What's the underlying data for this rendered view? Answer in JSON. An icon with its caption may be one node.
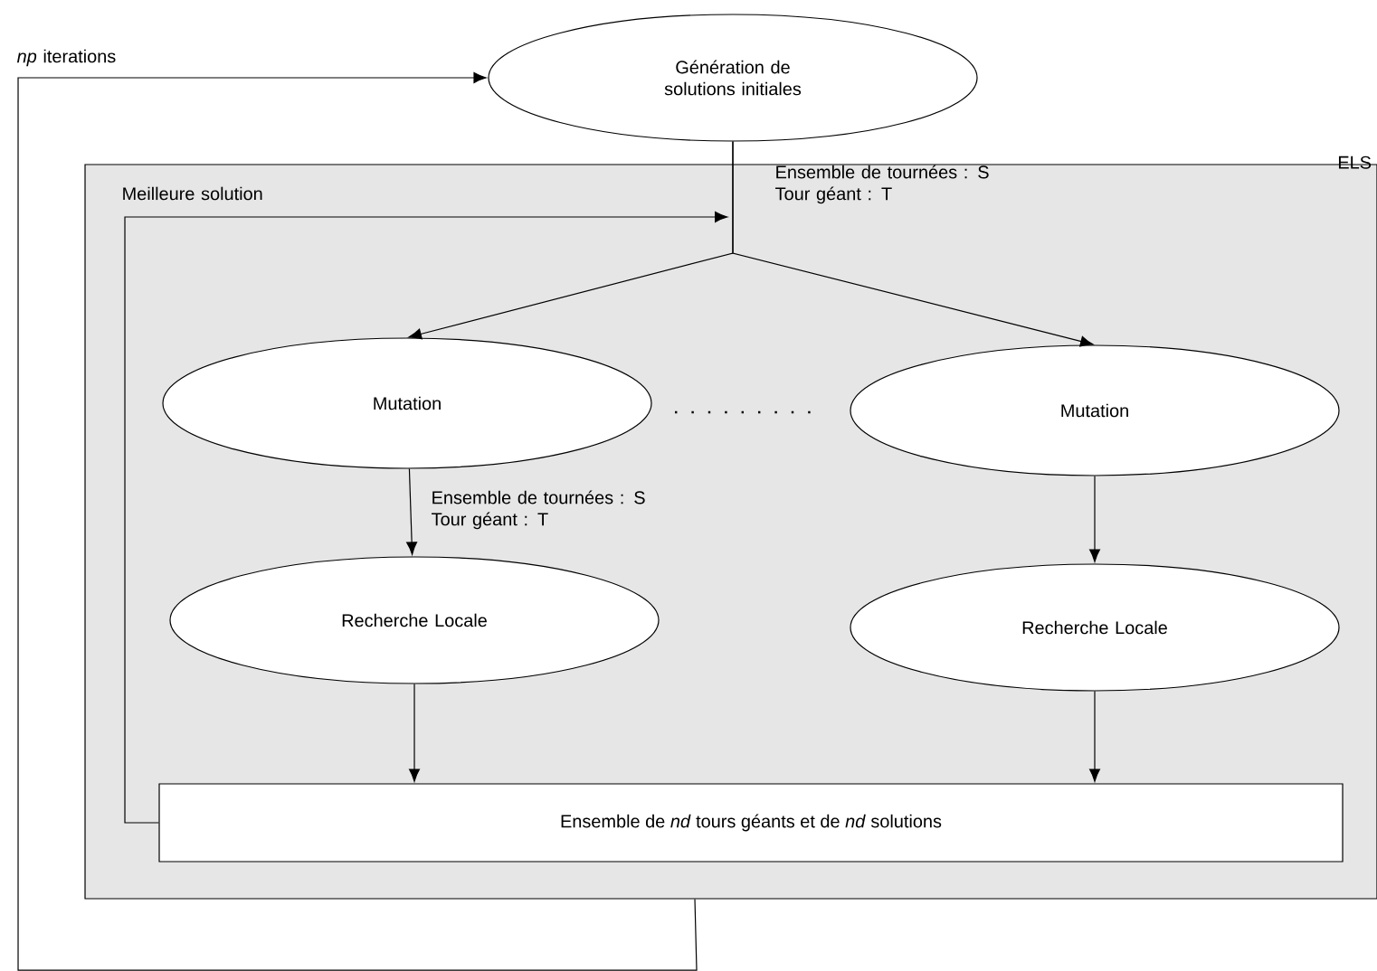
{
  "diagram": {
    "nodes": [
      {
        "text": [
          "ELS"
        ]
      },
      {
        "text": [
          "Génération de solutions initiales"
        ]
      },
      {
        "text": [
          "Mutation"
        ],
        "in": 0
      },
      {
        "text": [
          "Mutation"
        ],
        "in": 0
      },
      {
        "text": [
          "Recherche Locale"
        ],
        "in": 0
      },
      {
        "text": [
          "Recherche Locale"
        ],
        "in": 0
      },
      {
        "text": [
          "Ensemble de *nd* tours géants et de *nd* solutions"
        ],
        "in": 0
      }
    ],
    "edges": [
      {
        "from": 1,
        "to": 2,
        "arrow": "to"
      },
      {
        "from": 1,
        "to": 3,
        "arrow": "to"
      },
      {
        "from": 2,
        "to": 4,
        "arrow": "to",
        "label": "Ensemble de tournées : S Tour géant : T"
      },
      {
        "from": 3,
        "to": 5,
        "arrow": "to"
      },
      {
        "from": 4,
        "to": 6,
        "arrow": "to"
      },
      {
        "from": 5,
        "to": 6,
        "arrow": "to"
      },
      {
        "from": 6,
        "to": null,
        "arrow": "to",
        "label": "Meilleure solution"
      },
      {
        "from": 0,
        "to": 1,
        "arrow": "to",
        "label": "*np* iterations"
      }
    ],
    "labels": [
      "Ensemble de tournées : S Tour géant : T"
    ]
  }
}
